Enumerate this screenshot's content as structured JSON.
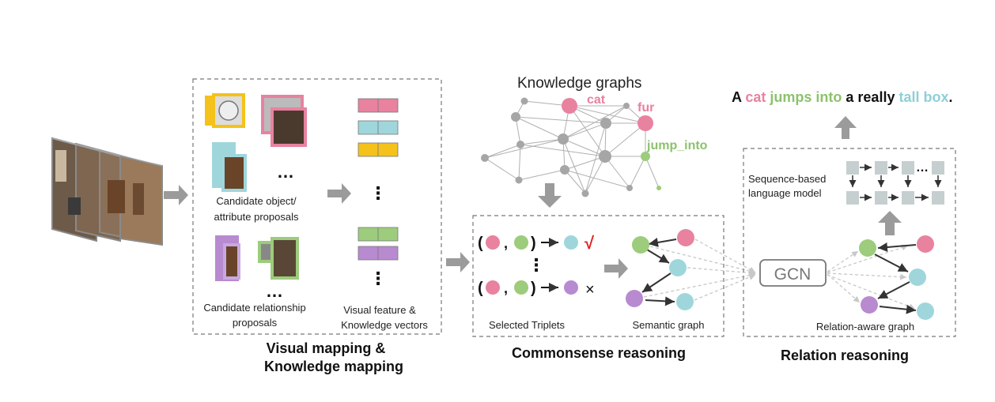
{
  "sections": {
    "visual_mapping": {
      "title_line1": "Visual mapping &",
      "title_line2": "Knowledge mapping",
      "object_proposals_line1": "Candidate object/",
      "object_proposals_line2": "attribute proposals",
      "relationship_proposals_line1": "Candidate relationship",
      "relationship_proposals_line2": "proposals",
      "vectors_line1": "Visual feature &",
      "vectors_line2": "Knowledge vectors",
      "ellipsis": "…",
      "vertical_ellipsis": "⋮"
    },
    "knowledge_graphs": {
      "title": "Knowledge graphs",
      "labels": {
        "cat": "cat",
        "fur": "fur",
        "jump_into": "jump_into"
      }
    },
    "commonsense": {
      "title": "Commonsense reasoning",
      "selected_triplets": "Selected Triplets",
      "semantic_graph": "Semantic graph",
      "check": "√",
      "cross": "×",
      "open_paren": "(",
      "comma": ",",
      "close_paren": ")",
      "vertical_ellipsis": "⋮"
    },
    "relation": {
      "title": "Relation reasoning",
      "gcn": "GCN",
      "lm_line1": "Sequence-based",
      "lm_line2": "language model",
      "relation_graph": "Relation-aware graph",
      "ellipsis": "…"
    }
  },
  "caption": {
    "words": [
      {
        "text": "A",
        "role": "plain"
      },
      {
        "text": "cat",
        "role": "object"
      },
      {
        "text": "jumps into",
        "role": "relation"
      },
      {
        "text": "a really",
        "role": "plain"
      },
      {
        "text": "tall box",
        "role": "attribute"
      },
      {
        "text": ".",
        "role": "plain"
      }
    ]
  },
  "colors": {
    "pink": "#e8829f",
    "green": "#9ccc7c",
    "cyan": "#9fd6dc",
    "purple": "#b88ad0",
    "yellow": "#f4c21a",
    "gray_node": "#a6a6a6",
    "arrow_gray": "#9b9b9b",
    "box_gray": "#c5cfcf",
    "check_red": "#e02020",
    "green_text": "#8cc26c"
  }
}
